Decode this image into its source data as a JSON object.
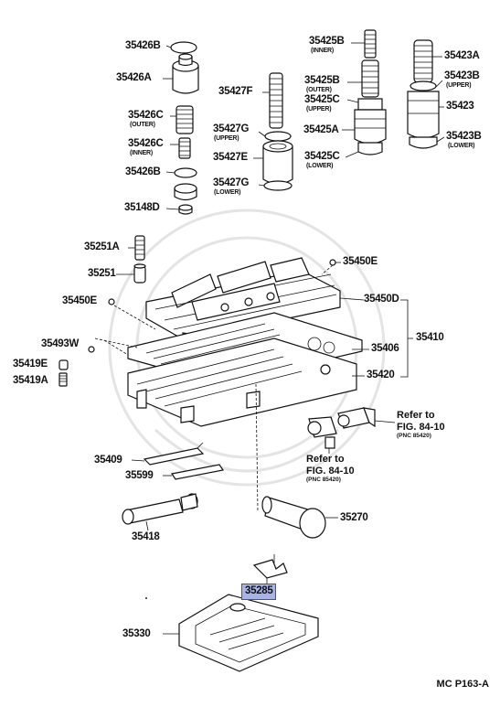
{
  "labels": {
    "p35426B": "35426B",
    "p35426A": "35426A",
    "p35426C_outer": "35426C",
    "p35426C_outer_sub": "(OUTER)",
    "p35426C_inner": "35426C",
    "p35426C_inner_sub": "(INNER)",
    "p35426B_2": "35426B",
    "p35148D": "35148D",
    "p35427F": "35427F",
    "p35427G_upper": "35427G",
    "p35427G_upper_sub": "(UPPER)",
    "p35427E": "35427E",
    "p35427G_lower": "35427G",
    "p35427G_lower_sub": "(LOWER)",
    "p35425B_inner": "35425B",
    "p35425B_inner_sub": "(INNER)",
    "p35425B_outer": "35425B",
    "p35425B_outer_sub": "(OUTER)",
    "p35425C_upper": "35425C",
    "p35425C_upper_sub": "(UPPER)",
    "p35425A": "35425A",
    "p35425C_lower": "35425C",
    "p35425C_lower_sub": "(LOWER)",
    "p35423A": "35423A",
    "p35423B_upper": "35423B",
    "p35423B_upper_sub": "(UPPER)",
    "p35423": "35423",
    "p35423B_lower": "35423B",
    "p35423B_lower_sub": "(LOWER)",
    "p35251A": "35251A",
    "p35251": "35251",
    "p35450E_right": "35450E",
    "p35450E_left": "35450E",
    "p35450D": "35450D",
    "p35410": "35410",
    "p35493W": "35493W",
    "p35406": "35406",
    "p35419E": "35419E",
    "p35419A": "35419A",
    "p35420": "35420",
    "p35409": "35409",
    "p35599": "35599",
    "p35418": "35418",
    "p35270": "35270",
    "p35285": "35285",
    "p35330": "35330"
  },
  "refs": {
    "ref1_line1": "Refer to",
    "ref1_line2": "FIG. 84-10",
    "ref1_pnc": "(PNC 85420)",
    "ref2_line1": "Refer to",
    "ref2_line2": "FIG. 84-10",
    "ref2_pnc": "(PNC 85420)"
  },
  "highlighted_part": "35285",
  "highlight_color": "#a9b4e6",
  "figure_code": "MC P163-A"
}
